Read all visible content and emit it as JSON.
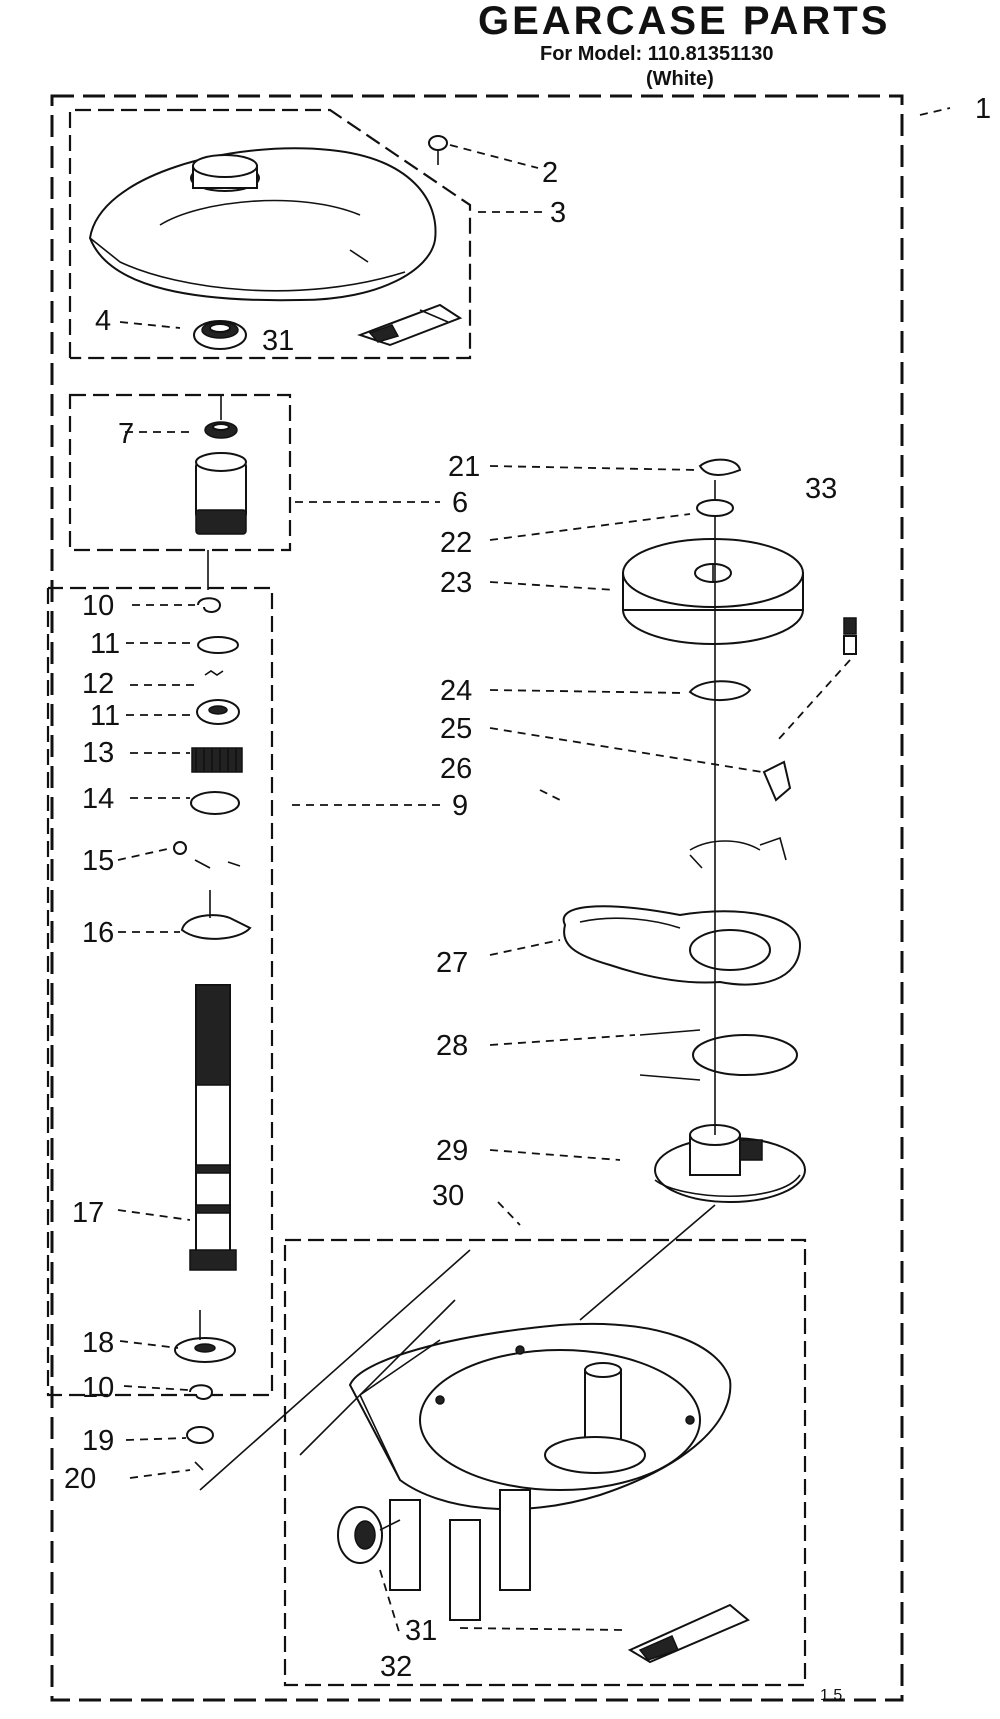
{
  "header": {
    "title": "GEARCASE PARTS",
    "model_line": "For Model: 110.81351130",
    "color_line": "(White)",
    "page_mark": "1 5"
  },
  "callouts": [
    {
      "id": "c1",
      "label": "1"
    },
    {
      "id": "c2",
      "label": "2"
    },
    {
      "id": "c3",
      "label": "3"
    },
    {
      "id": "c4",
      "label": "4"
    },
    {
      "id": "c31a",
      "label": "31"
    },
    {
      "id": "c7",
      "label": "7"
    },
    {
      "id": "c6",
      "label": "6"
    },
    {
      "id": "c10a",
      "label": "10"
    },
    {
      "id": "c11a",
      "label": "11"
    },
    {
      "id": "c12",
      "label": "12"
    },
    {
      "id": "c11b",
      "label": "11"
    },
    {
      "id": "c13",
      "label": "13"
    },
    {
      "id": "c14",
      "label": "14"
    },
    {
      "id": "c9",
      "label": "9"
    },
    {
      "id": "c15",
      "label": "15"
    },
    {
      "id": "c16",
      "label": "16"
    },
    {
      "id": "c17",
      "label": "17"
    },
    {
      "id": "c18",
      "label": "18"
    },
    {
      "id": "c10b",
      "label": "10"
    },
    {
      "id": "c19",
      "label": "19"
    },
    {
      "id": "c20",
      "label": "20"
    },
    {
      "id": "c21",
      "label": "21"
    },
    {
      "id": "c22",
      "label": "22"
    },
    {
      "id": "c23",
      "label": "23"
    },
    {
      "id": "c33",
      "label": "33"
    },
    {
      "id": "c24",
      "label": "24"
    },
    {
      "id": "c25",
      "label": "25"
    },
    {
      "id": "c26",
      "label": "26"
    },
    {
      "id": "c27",
      "label": "27"
    },
    {
      "id": "c28",
      "label": "28"
    },
    {
      "id": "c29",
      "label": "29"
    },
    {
      "id": "c30",
      "label": "30"
    },
    {
      "id": "c31b",
      "label": "31"
    },
    {
      "id": "c32",
      "label": "32"
    }
  ]
}
